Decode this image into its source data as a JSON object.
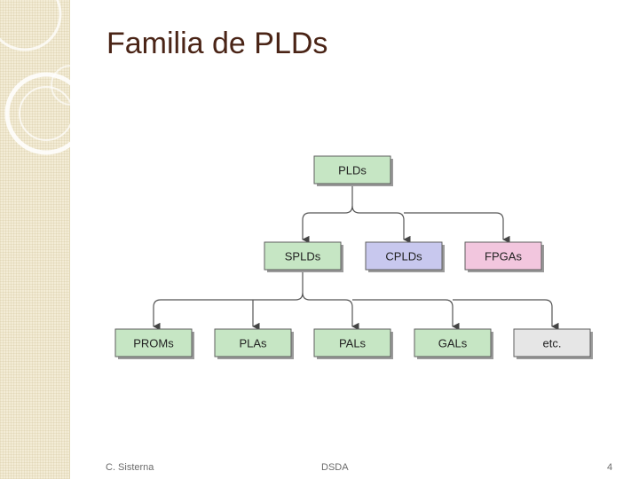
{
  "slide": {
    "title": "Familia de PLDs",
    "footer_left": "C. Sisterna",
    "footer_center": "DSDA",
    "page_number": "4"
  },
  "diagram": {
    "root": {
      "label": "PLDs",
      "color": "#c6e6c4"
    },
    "level1": [
      {
        "label": "SPLDs",
        "color": "#c6e6c4"
      },
      {
        "label": "CPLDs",
        "color": "#c8c8ee"
      },
      {
        "label": "FPGAs",
        "color": "#f2c6de"
      }
    ],
    "level2": [
      {
        "label": "PROMs",
        "color": "#c6e6c4"
      },
      {
        "label": "PLAs",
        "color": "#c6e6c4"
      },
      {
        "label": "PALs",
        "color": "#c6e6c4"
      },
      {
        "label": "GALs",
        "color": "#c6e6c4"
      },
      {
        "label": "etc.",
        "color": "#e6e6e6"
      }
    ]
  }
}
